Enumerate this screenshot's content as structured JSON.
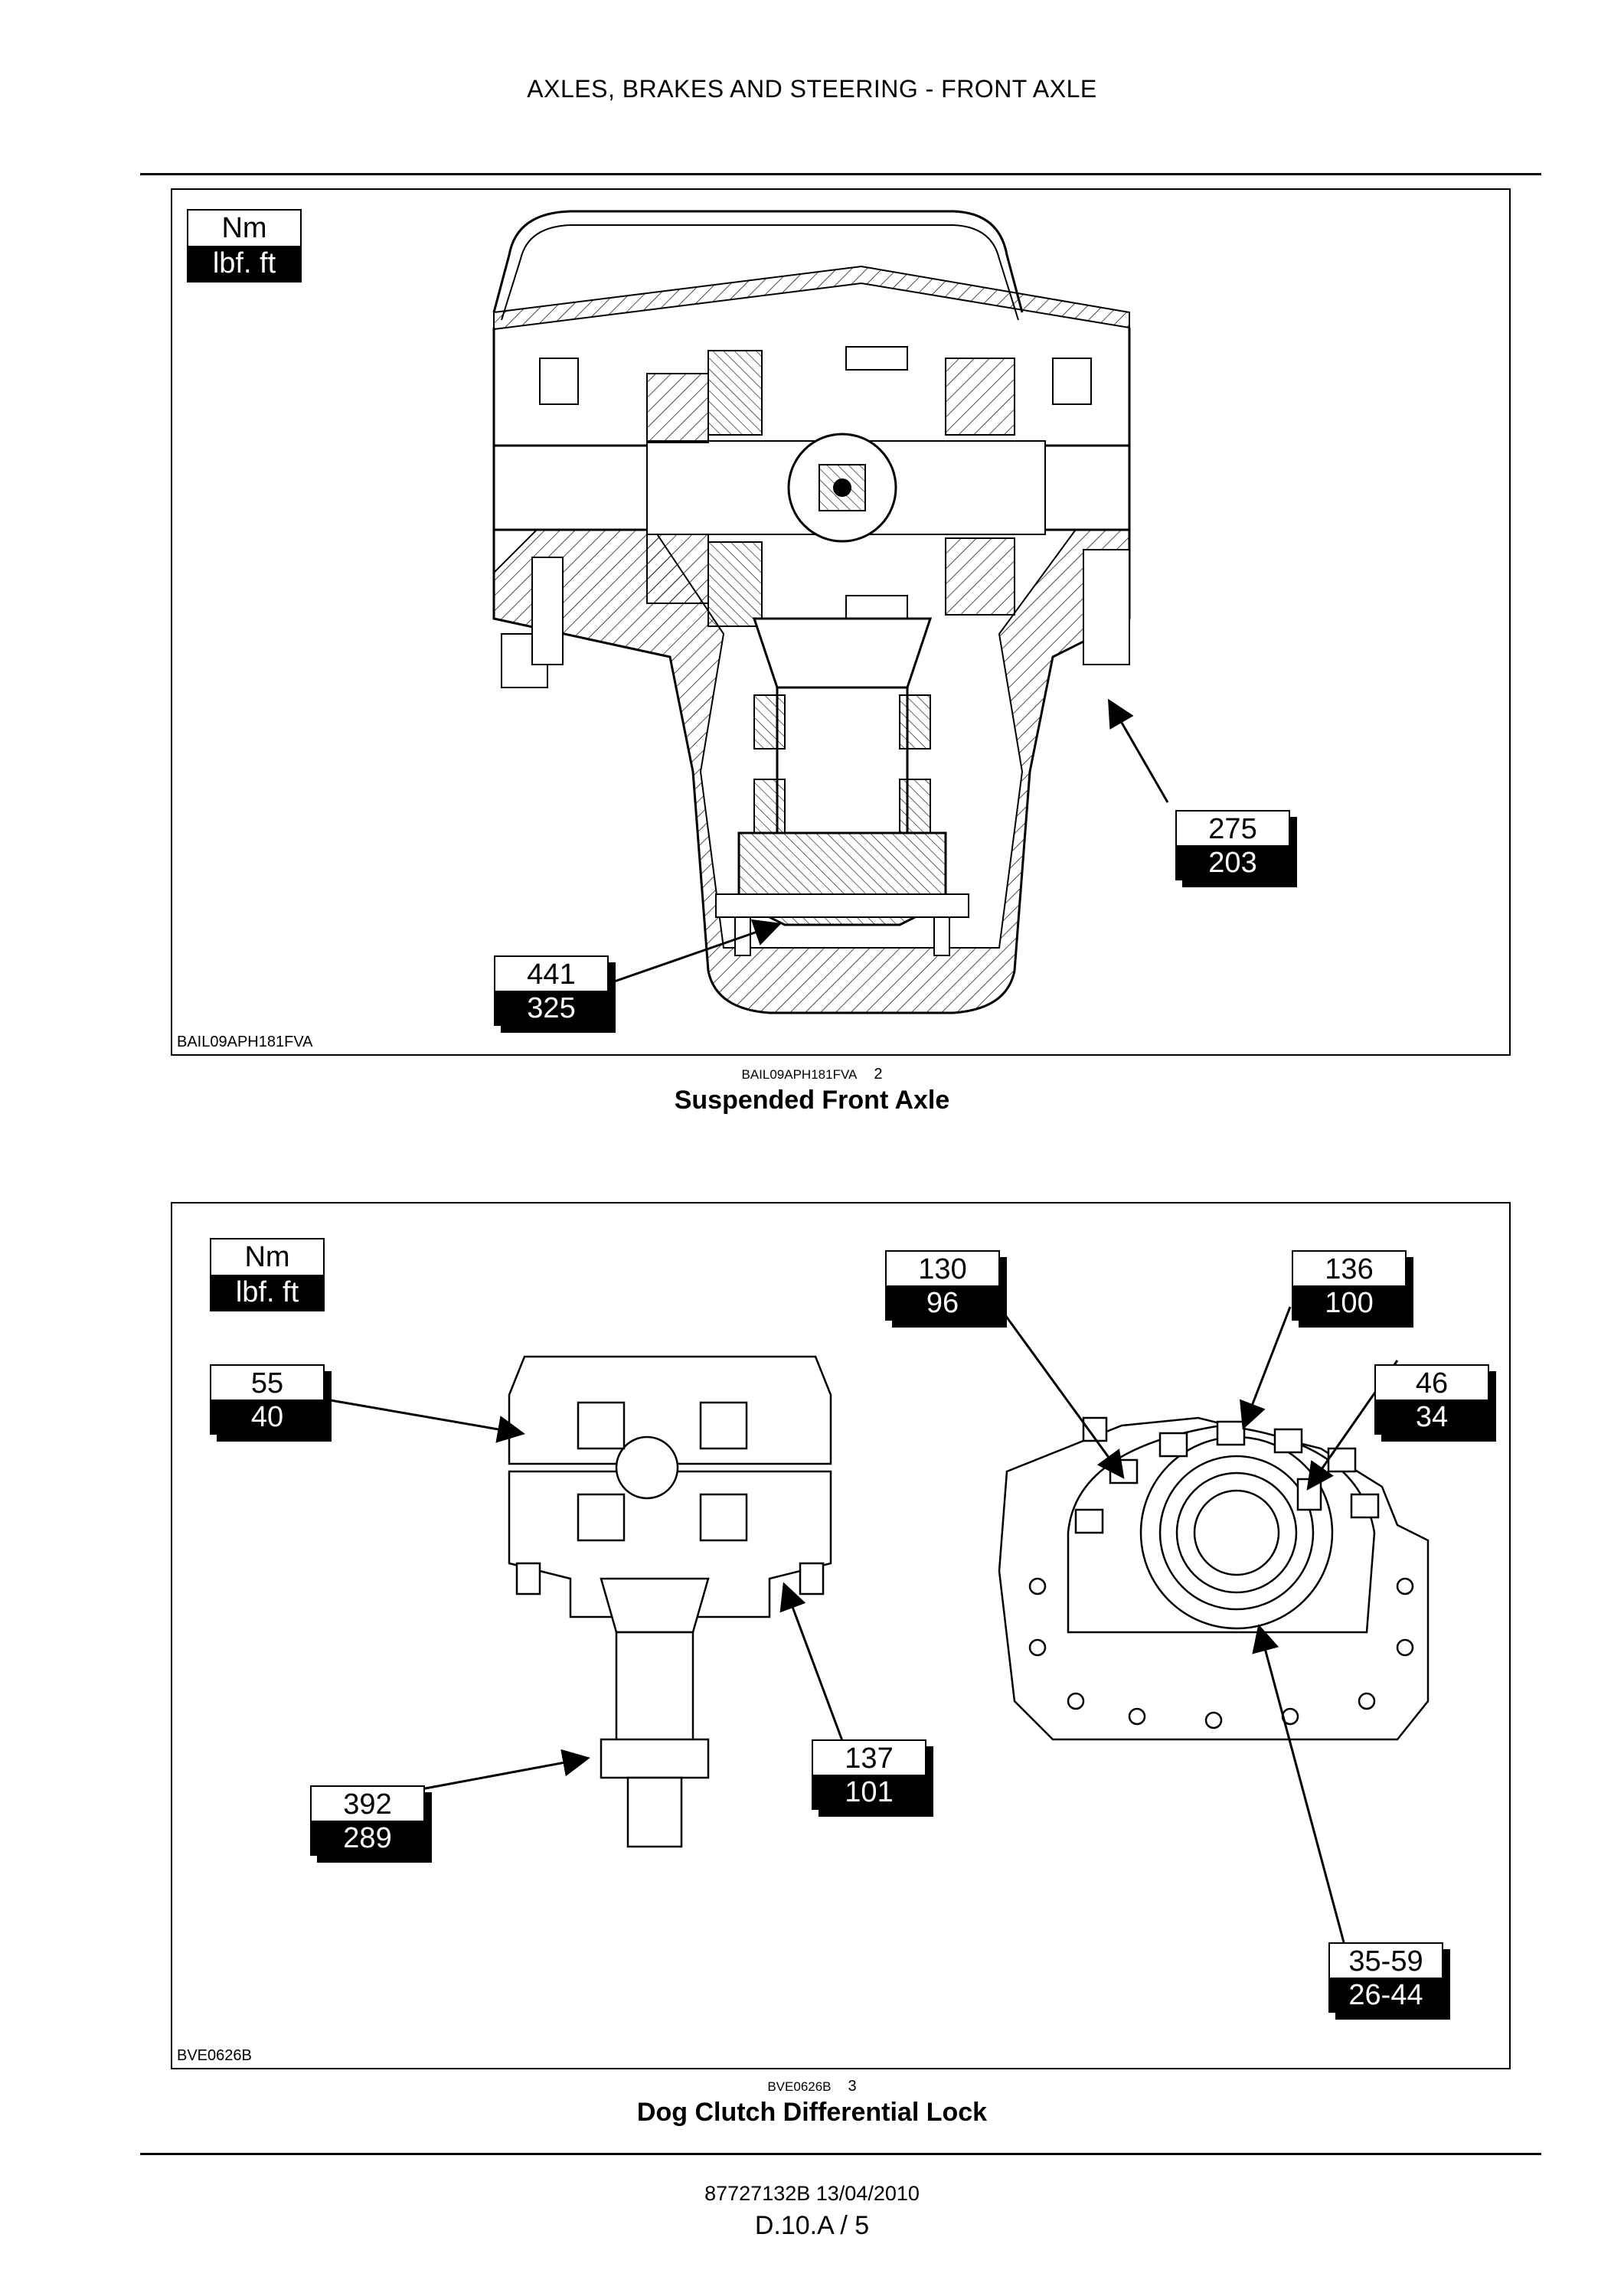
{
  "header": {
    "title": "AXLES, BRAKES AND STEERING - FRONT AXLE"
  },
  "figure1": {
    "unit_top": "Nm",
    "unit_bottom": "lbf. ft",
    "box_code": "BAIL09APH181FVA",
    "ref_code": "BAIL09APH181FVA",
    "number": "2",
    "caption": "Suspended Front Axle",
    "torques": [
      {
        "nm": "275",
        "lbf": "203"
      },
      {
        "nm": "441",
        "lbf": "325"
      }
    ]
  },
  "figure2": {
    "unit_top": "Nm",
    "unit_bottom": "lbf. ft",
    "box_code": "BVE0626B",
    "ref_code": "BVE0626B",
    "number": "3",
    "caption": "Dog Clutch Differential Lock",
    "torques": [
      {
        "nm": "55",
        "lbf": "40"
      },
      {
        "nm": "137",
        "lbf": "101"
      },
      {
        "nm": "392",
        "lbf": "289"
      },
      {
        "nm": "130",
        "lbf": "96"
      },
      {
        "nm": "136",
        "lbf": "100"
      },
      {
        "nm": "46",
        "lbf": "34"
      },
      {
        "nm": "35-59",
        "lbf": "26-44"
      }
    ]
  },
  "footer": {
    "doc": "87727132B 13/04/2010",
    "page": "D.10.A / 5"
  }
}
